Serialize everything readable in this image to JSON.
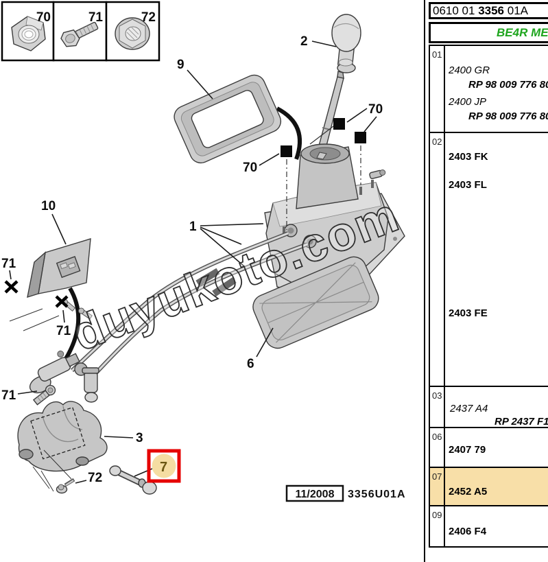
{
  "colors": {
    "highlight_row": "#F8DFA8",
    "subtitle_green": "#1EA51E",
    "callout_red": "#E60000",
    "callout_tan": "#F5DDA2"
  },
  "watermark": "duyukoto.com",
  "inset": {
    "items": [
      {
        "num": "70",
        "icon": "hex-nut"
      },
      {
        "num": "71",
        "icon": "hex-bolt"
      },
      {
        "num": "72",
        "icon": "flange-nut"
      }
    ]
  },
  "labels": {
    "knob": "2",
    "gasket": "9",
    "cables": "1",
    "marker_top": "70",
    "marker_side": "70",
    "plate": "10",
    "plate_bolt_left": "71",
    "plate_bolt_right": "71",
    "cable_bolt": "71",
    "bracket": "3",
    "screw": "72",
    "rod": "7",
    "cover": "6"
  },
  "stamp": {
    "date": "11/2008",
    "code": "3356U01A"
  },
  "table": {
    "title": {
      "pre": "0610 01 ",
      "bold": "3356",
      "post": " 01A"
    },
    "subtitle": "BE4R ME",
    "rows": [
      {
        "num": "01",
        "lines": [
          {
            "text": "2400 GR"
          },
          {
            "text": "RP 98 009 776 80"
          },
          {
            "text": "2400 JP"
          },
          {
            "text": "RP 98 009 776 80"
          }
        ]
      },
      {
        "num": "02",
        "lines": [
          {
            "text": "2403 FK"
          },
          {
            "text": "2403 FL"
          },
          {
            "text": "2403 FE"
          }
        ]
      },
      {
        "num": "03",
        "lines": [
          {
            "text": "2437 A4"
          },
          {
            "text": "RP 2437 F1"
          }
        ]
      },
      {
        "num": "06",
        "lines": [
          {
            "text": "2407 79"
          }
        ]
      },
      {
        "num": "07",
        "highlighted": true,
        "lines": [
          {
            "text": "2452 A5"
          }
        ]
      },
      {
        "num": "09",
        "lines": [
          {
            "text": "2406 F4"
          }
        ]
      }
    ]
  }
}
